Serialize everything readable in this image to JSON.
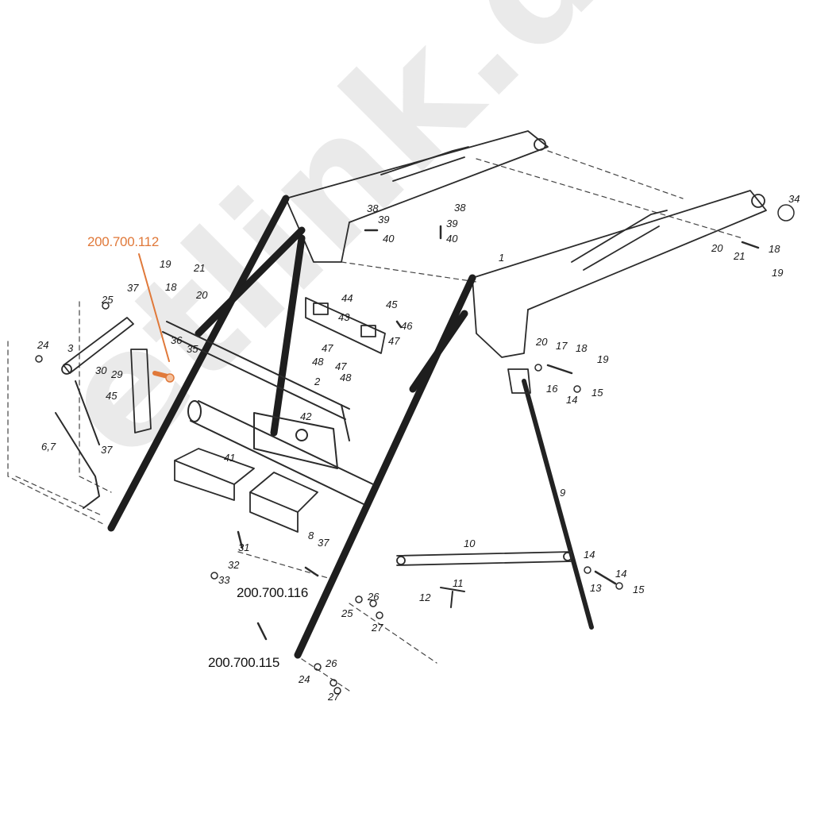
{
  "watermark": {
    "text": "etlink.de",
    "color": "#d9d9d9"
  },
  "highlight_color": "#e0793a",
  "part_numbers": {
    "p112": "200.700.112",
    "p116": "200.700.116",
    "p115": "200.700.115"
  },
  "callouts": {
    "c1": "1",
    "c2": "2",
    "c3": "3",
    "c45": "45",
    "c67": "6,7",
    "c8": "8",
    "c9": "9",
    "c10": "10",
    "c11": "11",
    "c12": "12",
    "c13": "13",
    "c14a": "14",
    "c14b": "14",
    "c14c": "14",
    "c15a": "15",
    "c15b": "15",
    "c16": "16",
    "c17": "17",
    "c18a": "18",
    "c18b": "18",
    "c18c": "18",
    "c19a": "19",
    "c19b": "19",
    "c19c": "19",
    "c20a": "20",
    "c20b": "20",
    "c20c": "20",
    "c21a": "21",
    "c21b": "21",
    "c24a": "24",
    "c24b": "24",
    "c25a": "25",
    "c25b": "25",
    "c26a": "26",
    "c26b": "26",
    "c27a": "27",
    "c27b": "27",
    "c29": "29",
    "c30": "30",
    "c31": "31",
    "c32": "32",
    "c33": "33",
    "c34": "34",
    "c35": "35",
    "c36": "36",
    "c37a": "37",
    "c37b": "37",
    "c37c": "37",
    "c38a": "38",
    "c38b": "38",
    "c39a": "39",
    "c39b": "39",
    "c40a": "40",
    "c40b": "40",
    "c41": "41",
    "c42": "42",
    "c43": "43",
    "c44": "44",
    "c46": "46",
    "c47a": "47",
    "c47b": "47",
    "c47c": "47",
    "c48a": "48",
    "c48b": "48"
  }
}
